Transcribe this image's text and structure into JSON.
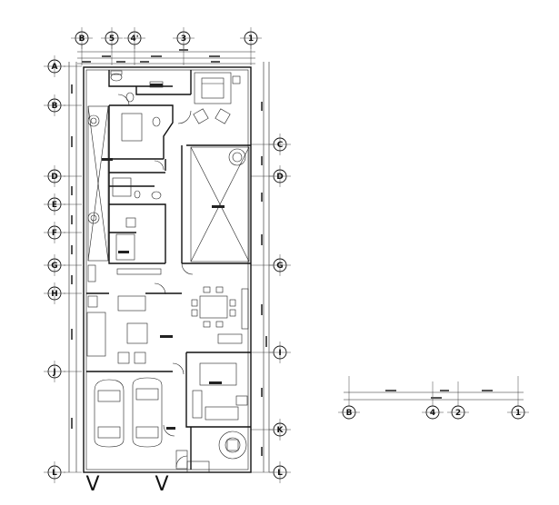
{
  "plan": {
    "top_axes": [
      "B",
      "5",
      "4'",
      "3",
      "1"
    ],
    "left_axes": [
      "A",
      "B",
      "D",
      "E",
      "F",
      "G",
      "H",
      "J",
      "L"
    ],
    "right_axes": [
      "C",
      "D",
      "G",
      "I",
      "K",
      "L"
    ],
    "vertical_marks": [
      "V",
      "V"
    ]
  },
  "elevation_detail": {
    "axes": [
      "B",
      "4",
      "2",
      "1"
    ]
  }
}
